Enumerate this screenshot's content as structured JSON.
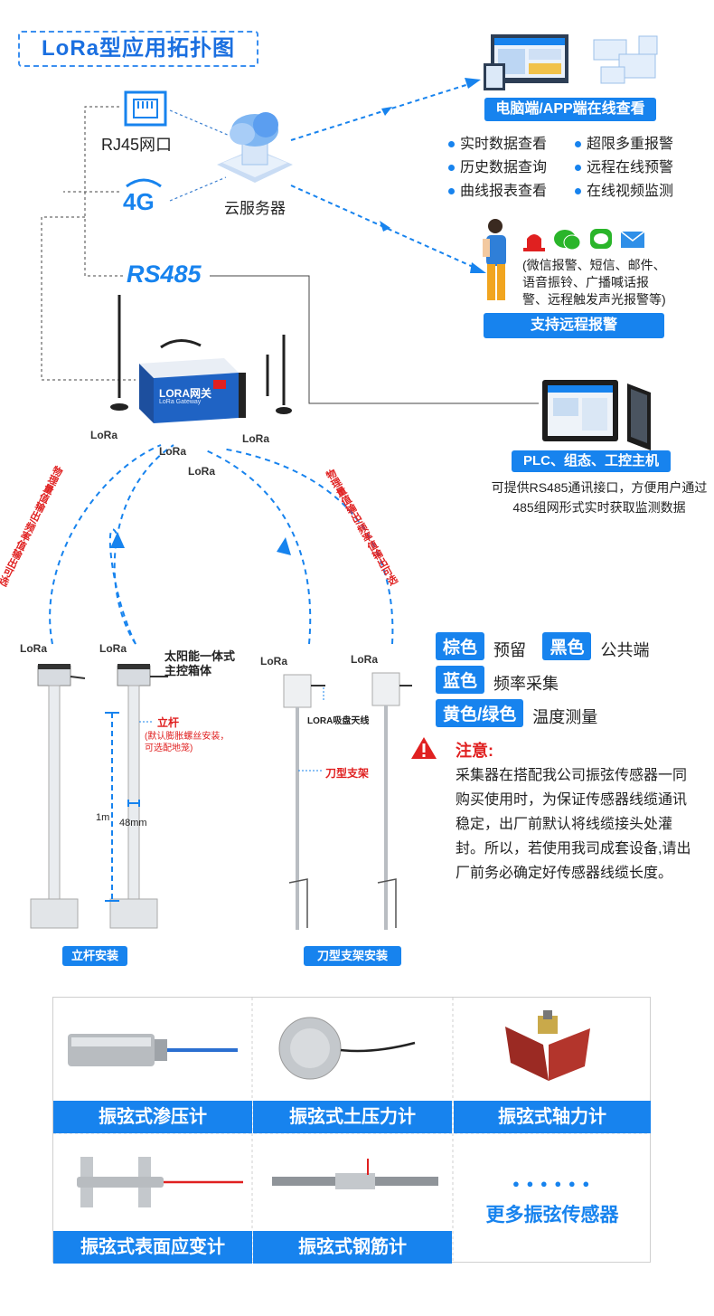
{
  "title": "LoRa型应用拓扑图",
  "network": {
    "rj45": "RJ45网口",
    "g4": "4G",
    "cloud": "云服务器",
    "rs485": "RS485"
  },
  "online_view": {
    "header": "电脑端/APP端在线查看",
    "features": [
      "实时数据查看",
      "超限多重报警",
      "历史数据查询",
      "远程在线预警",
      "曲线报表查看",
      "在线视频监测"
    ]
  },
  "alarm": {
    "desc_lines": [
      "(微信报警、短信、邮件、",
      "语音振铃、广播喊话报",
      "警、远程触发声光报警等)"
    ],
    "header": "支持远程报警"
  },
  "plc": {
    "header": "PLC、组态、工控主机",
    "desc_lines": [
      "可提供RS485通讯接口，方便用户通过",
      "485组网形式实时获取监测数据"
    ]
  },
  "gateway": {
    "brand": "LORA网关",
    "sub": "LoRa Gateway"
  },
  "lora_label": "LoRa",
  "red_text_left": "物理量值输出/频率值输出可选",
  "red_text_right": "物理量值输出/频率值输出可选",
  "pole": {
    "solar_box": [
      "太阳能一体式",
      "主控箱体"
    ],
    "pole_label": "立杆",
    "pole_note": [
      "(默认膨胀螺丝安装，",
      "可选配地笼)"
    ],
    "height": "1m",
    "diameter": "48mm",
    "caption": "立杆安装"
  },
  "knife": {
    "antenna": "LORA吸盘天线",
    "bracket": "刀型支架",
    "caption": "刀型支架安装"
  },
  "wire_legend": [
    {
      "tag": "棕色",
      "text": "预留"
    },
    {
      "tag": "黑色",
      "text": "公共端"
    },
    {
      "tag": "蓝色",
      "text": "频率采集"
    },
    {
      "tag": "黄色/绿色",
      "text": "温度测量"
    }
  ],
  "notice": {
    "title": "注意:",
    "body": "采集器在搭配我公司振弦传感器一同购买使用时，为保证传感器线缆通讯稳定，出厂前默认将线缆接头处灌封。所以，若使用我司成套设备,请出厂前务必确定好传感器线缆长度。"
  },
  "sensors": {
    "row1": [
      "振弦式渗压计",
      "振弦式土压力计",
      "振弦式轴力计"
    ],
    "row2": [
      "振弦式表面应变计",
      "振弦式钢筋计"
    ],
    "more": "更多振弦传感器",
    "dots": "● ● ● ● ● ●"
  },
  "colors": {
    "accent": "#1783ee",
    "red": "#e02020"
  }
}
